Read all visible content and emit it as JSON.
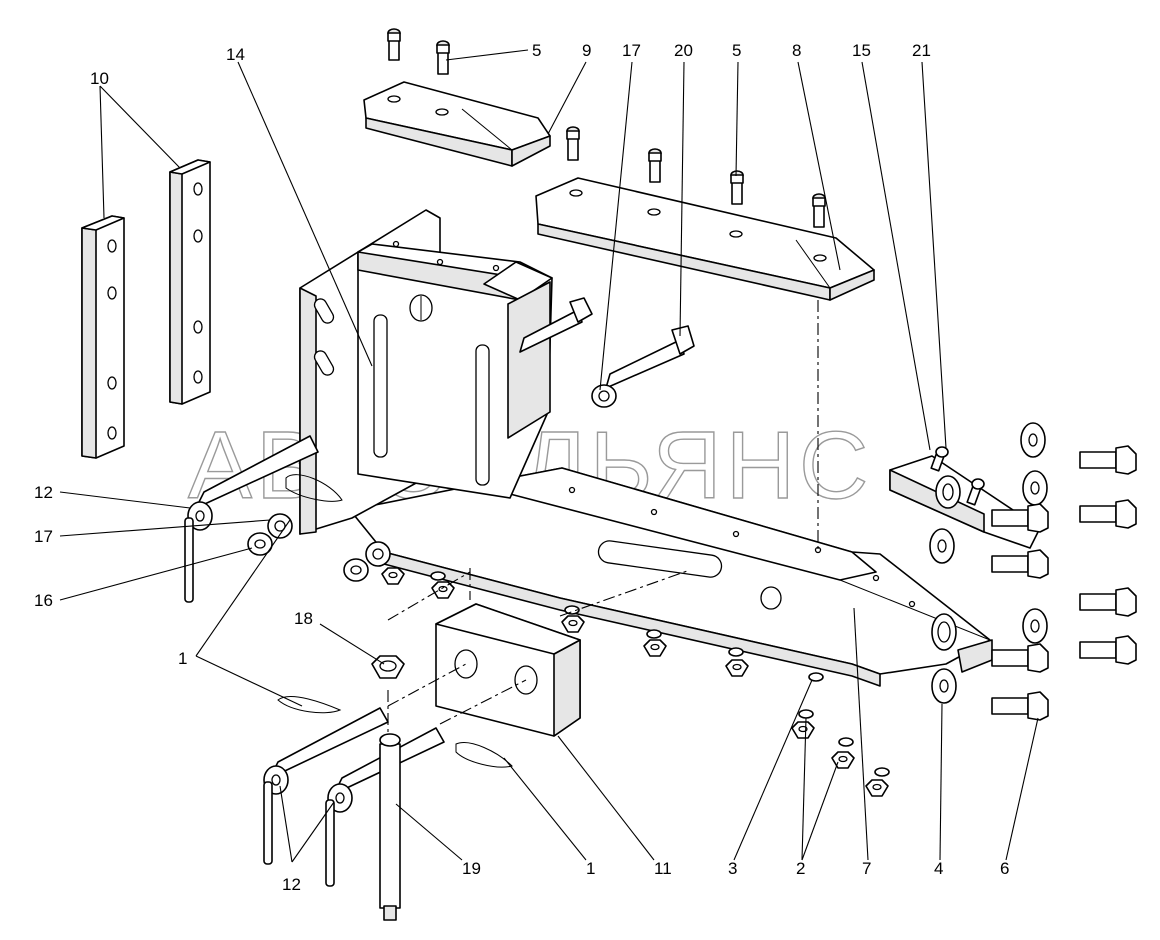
{
  "watermark": "АВТОАЛЬЯНС",
  "callouts": {
    "c1a": "1",
    "c1b": "1",
    "c2": "2",
    "c3": "3",
    "c4": "4",
    "c5a": "5",
    "c5b": "5",
    "c6": "6",
    "c7": "7",
    "c8": "8",
    "c9": "9",
    "c10": "10",
    "c11": "11",
    "c12a": "12",
    "c12b": "12",
    "c14": "14",
    "c15": "15",
    "c16": "16",
    "c17a": "17",
    "c17b": "17",
    "c18": "18",
    "c19": "19",
    "c20": "20",
    "c21": "21"
  }
}
